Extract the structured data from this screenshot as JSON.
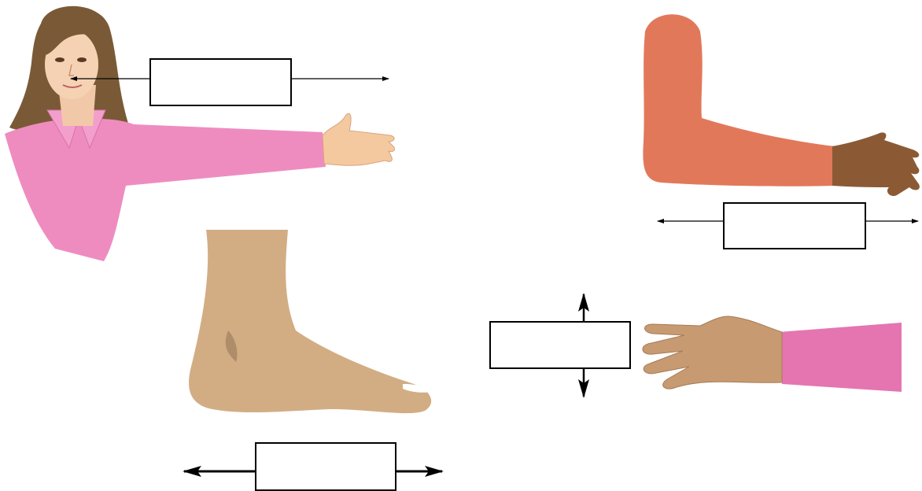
{
  "figures": {
    "person": {
      "name": "woman-extending-arm"
    },
    "bent_arm": {
      "name": "bent-arm"
    },
    "foot": {
      "name": "foot"
    },
    "hand": {
      "name": "hand"
    }
  },
  "labels": {
    "face_box": "",
    "arm_box": "",
    "hand_box": "",
    "foot_box": ""
  },
  "colors": {
    "hair": "#7a5a36",
    "skin_light": "#f2c9a8",
    "shirt_pink": "#ee8cc0",
    "sleeve_orange": "#e2785a",
    "dark_skin": "#8b5a34",
    "foot_skin": "#d2ad84",
    "hand_skin": "#c79a72",
    "cuff_pink": "#e575b0",
    "arrow": "#000000"
  }
}
